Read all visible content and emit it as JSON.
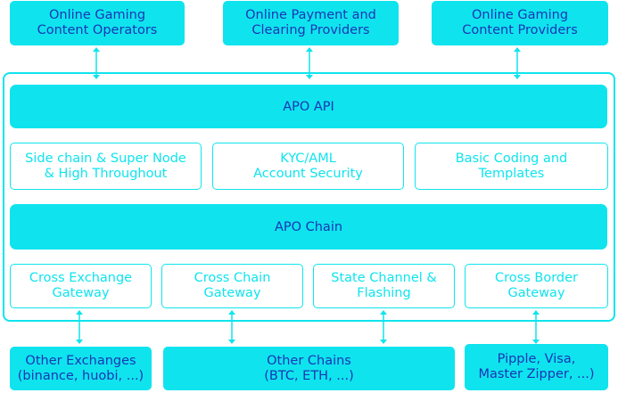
{
  "colors": {
    "accent": "#0fe4ee",
    "text": "#1836b4"
  },
  "top": {
    "operators": [
      "Online Gaming",
      "Content Operators"
    ],
    "payment": [
      "Online Payment and",
      "Clearing Providers"
    ],
    "providers": [
      "Online Gaming",
      "Content Providers"
    ]
  },
  "api": "APO API",
  "services": {
    "sidechain": [
      "Side chain & Super Node",
      "& High Throughout"
    ],
    "kyc": [
      "KYC/AML",
      "Account Security"
    ],
    "coding": [
      "Basic Coding and",
      "Templates"
    ]
  },
  "chain": "APO Chain",
  "gateways": {
    "exchange": [
      "Cross Exchange",
      "Gateway"
    ],
    "chain": [
      "Cross Chain",
      "Gateway"
    ],
    "state": [
      "State Channel &",
      "Flashing"
    ],
    "border": [
      "Cross Border",
      "Gateway"
    ]
  },
  "bottom": {
    "exchanges": [
      "Other Exchanges",
      "(binance, huobi, ...)"
    ],
    "chains": [
      "Other Chains",
      "(BTC, ETH, ...)"
    ],
    "payments": [
      "Pipple, Visa,",
      "Master Zipper, ...)"
    ]
  }
}
